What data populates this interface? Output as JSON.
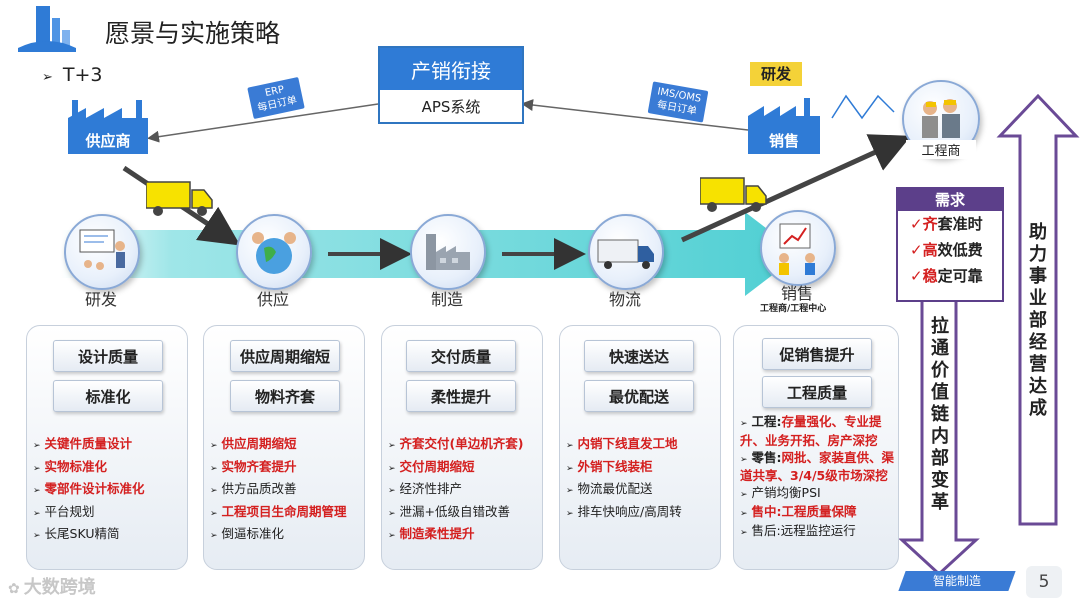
{
  "title": "愿景与实施策略",
  "subtitle": {
    "bullet": "➢",
    "text": "T+3"
  },
  "center_box": {
    "top": "产销衔接",
    "bottom": "APS系统"
  },
  "tags": {
    "erp": {
      "line1": "ERP",
      "line2": "每日订单"
    },
    "ims": {
      "line1": "IMS/OMS",
      "line2": "每日订单"
    }
  },
  "factories": {
    "supplier": "供应商",
    "sales": "销售",
    "rd_badge": "研发"
  },
  "engineer": "工程商",
  "stages": [
    {
      "label": "研发"
    },
    {
      "label": "供应"
    },
    {
      "label": "制造"
    },
    {
      "label": "物流"
    },
    {
      "label": "销售",
      "sub": "工程商/工程中心"
    }
  ],
  "panels": [
    {
      "buttons": [
        "设计质量",
        "标准化"
      ],
      "items": [
        {
          "text": "关键件质量设计",
          "style": "red"
        },
        {
          "text": "实物标准化",
          "style": "red"
        },
        {
          "text": "零部件设计标准化",
          "style": "red"
        },
        {
          "text": "平台规划",
          "style": "blk"
        },
        {
          "text": "长尾SKU精简",
          "style": "blk"
        }
      ]
    },
    {
      "buttons": [
        "供应周期缩短",
        "物料齐套"
      ],
      "items": [
        {
          "text": "供应周期缩短",
          "style": "red"
        },
        {
          "text": "实物齐套提升",
          "style": "red"
        },
        {
          "text": "供方品质改善",
          "style": "blk"
        },
        {
          "text": "工程项目生命周期管理",
          "style": "red"
        },
        {
          "text": "倒逼标准化",
          "style": "blk"
        }
      ]
    },
    {
      "buttons": [
        "交付质量",
        "柔性提升"
      ],
      "items": [
        {
          "text": "齐套交付(单边机齐套)",
          "style": "red"
        },
        {
          "text": "交付周期缩短",
          "style": "red"
        },
        {
          "text": "经济性排产",
          "style": "blk"
        },
        {
          "text": "泄漏+低级自错改善",
          "style": "blk"
        },
        {
          "text": "制造柔性提升",
          "style": "red"
        }
      ]
    },
    {
      "buttons": [
        "快速送达",
        "最优配送"
      ],
      "items": [
        {
          "text": "内销下线直发工地",
          "style": "red"
        },
        {
          "text": "外销下线装柜",
          "style": "red"
        },
        {
          "text": "物流最优配送",
          "style": "blk"
        },
        {
          "text": "排车快响应/高周转",
          "style": "blk"
        }
      ]
    }
  ],
  "panel5": {
    "buttons": [
      "促销售提升",
      "工程质量"
    ],
    "items": [
      {
        "label": "工程:",
        "rest": "存量强化、专业提升、业务开拓、房产深挖",
        "style": "red"
      },
      {
        "label": "零售:",
        "rest": "网批、家装直供、渠道共享、3/4/5级市场深挖",
        "style": "red"
      },
      {
        "label": "",
        "rest": "产销均衡PSI",
        "style": "blk"
      },
      {
        "label": "售中:",
        "rest": "工程质量保障",
        "style": "red"
      },
      {
        "label": "售后:",
        "rest": "远程监控运行",
        "style": "blk"
      }
    ]
  },
  "demand": {
    "head": "需求",
    "items": [
      {
        "first": "齐",
        "rest": "套准时"
      },
      {
        "first": "高",
        "rest": "效低费"
      },
      {
        "first": "稳",
        "rest": "定可靠"
      }
    ]
  },
  "down_arrow_text": "拉通价值链内部变革",
  "up_arrow_text": "助力事业部经营达成",
  "footer_tag": "智能制造",
  "page_number": "5",
  "watermark": "大数跨境",
  "colors": {
    "accent": "#2f7bd6",
    "red": "#d42020",
    "purple": "#5c3f8a",
    "teal": "#5bd3d6"
  }
}
